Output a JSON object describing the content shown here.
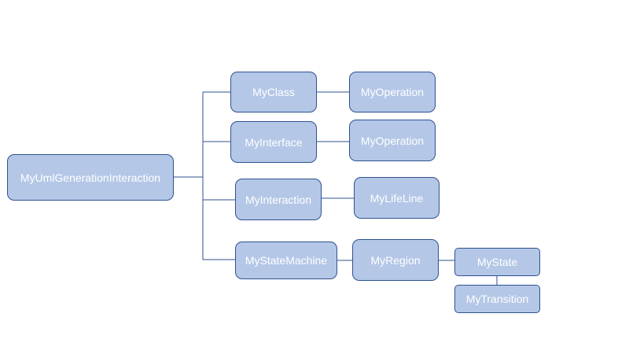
{
  "colors": {
    "box_fill": "#b4c7e7",
    "box_border": "#2f528f",
    "text": "#ffffff",
    "connector": "#2f528f"
  },
  "nodes": {
    "root": "MyUmlGenerationInteraction",
    "my_class": "MyClass",
    "my_class_operation": "MyOperation",
    "my_interface": "MyInterface",
    "my_interface_operation": "MyOperation",
    "my_interaction": "MyInteraction",
    "my_lifeline": "MyLifeLine",
    "my_state_machine": "MyStateMachine",
    "my_region": "MyRegion",
    "my_state": "MyState",
    "my_transition": "MyTransition"
  }
}
